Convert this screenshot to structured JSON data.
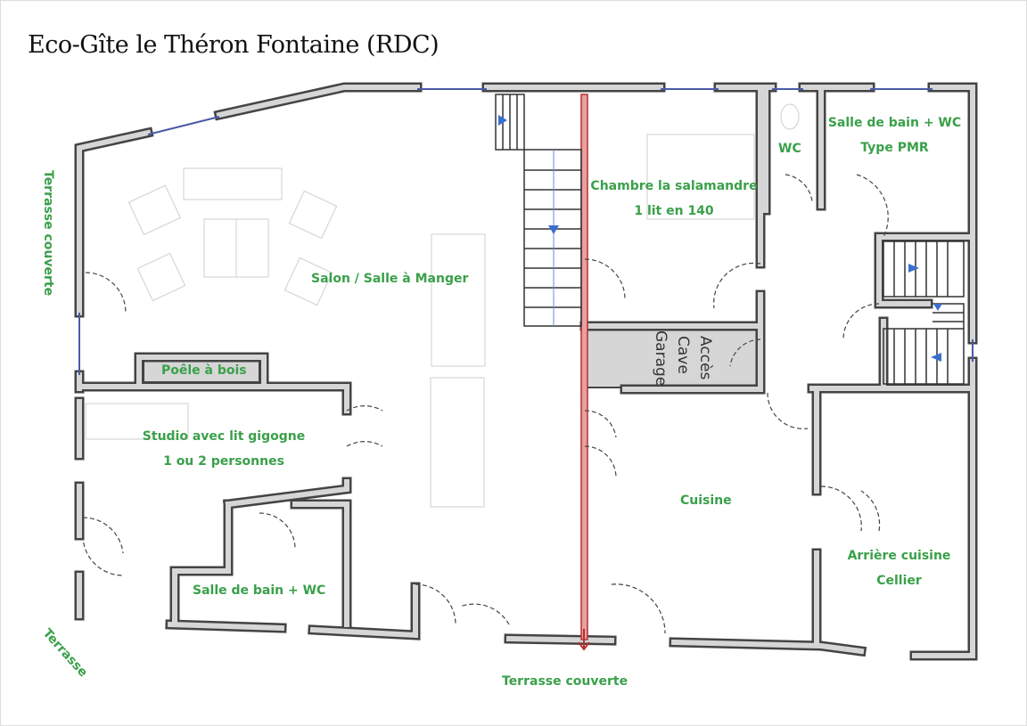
{
  "title": "Eco-Gîte le Théron Fontaine (RDC)",
  "rooms": {
    "salon": "Salon / Salle à Manger",
    "poele": "Poêle à bois",
    "studio_line1": "Studio avec lit gigogne",
    "studio_line2": "1 ou 2 personnes",
    "sdb_studio": "Salle de bain + WC",
    "chambre_line1": "Chambre la salamandre",
    "chambre_line2": "1 lit en 140",
    "wc": "WC",
    "sdb_pmr_line1": "Salle de bain + WC",
    "sdb_pmr_line2": "Type PMR",
    "acces": "Accès",
    "cave": "Cave",
    "garage": "Garage",
    "cuisine": "Cuisine",
    "arriere_line1": "Arrière cuisine",
    "arriere_line2": "Cellier"
  },
  "exterior": {
    "terrasse_couverte_left": "Terrasse couverte",
    "terrasse_left": "Terrasse",
    "terrasse_couverte_bottom": "Terrasse couverte"
  },
  "colors": {
    "label": "#3aa04a",
    "wall_fill": "#d6d6d6",
    "wall_stroke": "#444444",
    "partition": "#b5302f",
    "arrow": "#3b6fcf"
  }
}
